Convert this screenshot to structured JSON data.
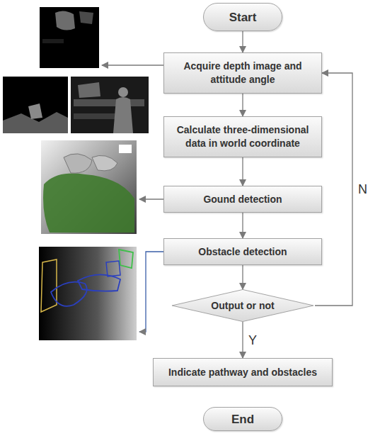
{
  "diagram": {
    "nodes": [
      {
        "text": [
          "Start"
        ]
      },
      {
        "text": [
          "Acquire depth image and attitude angle"
        ]
      },
      {
        "text": [
          "Calculate three-dimensional data in world coordinate"
        ]
      },
      {
        "text": [
          "Gound detection"
        ]
      },
      {
        "text": [
          "Obstacle detection"
        ]
      },
      {
        "text": [
          "Output or not"
        ]
      },
      {
        "text": [
          "Indicate pathway and obstacles"
        ]
      },
      {
        "text": [
          "End"
        ]
      }
    ],
    "edges": [
      {
        "from": 0,
        "to": 1,
        "arrow": "to"
      },
      {
        "from": 1,
        "to": 2,
        "arrow": "to"
      },
      {
        "from": 2,
        "to": 3,
        "arrow": "to"
      },
      {
        "from": 3,
        "to": 4,
        "arrow": "to"
      },
      {
        "from": 4,
        "to": 5,
        "arrow": "to"
      },
      {
        "from": 5,
        "to": 6,
        "label": "Y",
        "arrow": "to"
      },
      {
        "from": 5,
        "to": 1,
        "label": "N",
        "arrow": "to"
      }
    ]
  }
}
